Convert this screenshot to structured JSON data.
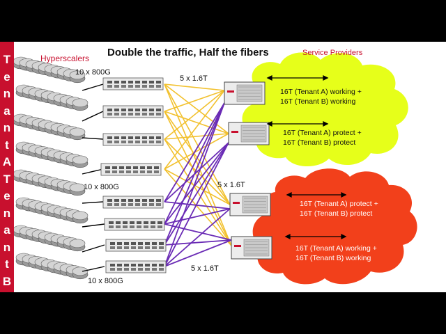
{
  "title": "Double the traffic, Half the fibers",
  "labels": {
    "hyperscalers": "Hyperscalers",
    "service_providers": "Service Providers",
    "rate_10x800_top": "10 x 800G",
    "rate_10x800_mid": "10 x 800G",
    "rate_10x800_bottom": "10 x 800G",
    "rate_5x16_top": "5 x 1.6T",
    "rate_5x16_mid": "5 x 1.6T",
    "rate_5x16_bottom": "5 x 1.6T"
  },
  "sidebar": {
    "letters": [
      "T",
      "e",
      "n",
      "a",
      "n",
      "t",
      "A",
      "T",
      "e",
      "n",
      "a",
      "n",
      "t",
      "B"
    ]
  },
  "clouds": {
    "yellow": {
      "color": "#e6ff1a",
      "node1": [
        "16T (Tenant A) working +",
        "16T (Tenant B) working"
      ],
      "node2": [
        "16T (Tenant A) protect +",
        "16T (Tenant B) protect"
      ]
    },
    "red": {
      "color": "#f2401b",
      "node1": [
        "16T (Tenant A) protect +",
        "16T (Tenant B) protect"
      ],
      "node2": [
        "16T (Tenant A) working +",
        "16T (Tenant B) working"
      ]
    }
  },
  "colors": {
    "tenant_a_links": "#f2c12e",
    "tenant_b_links": "#6a2bb5",
    "sidebar": "#c8102e"
  }
}
